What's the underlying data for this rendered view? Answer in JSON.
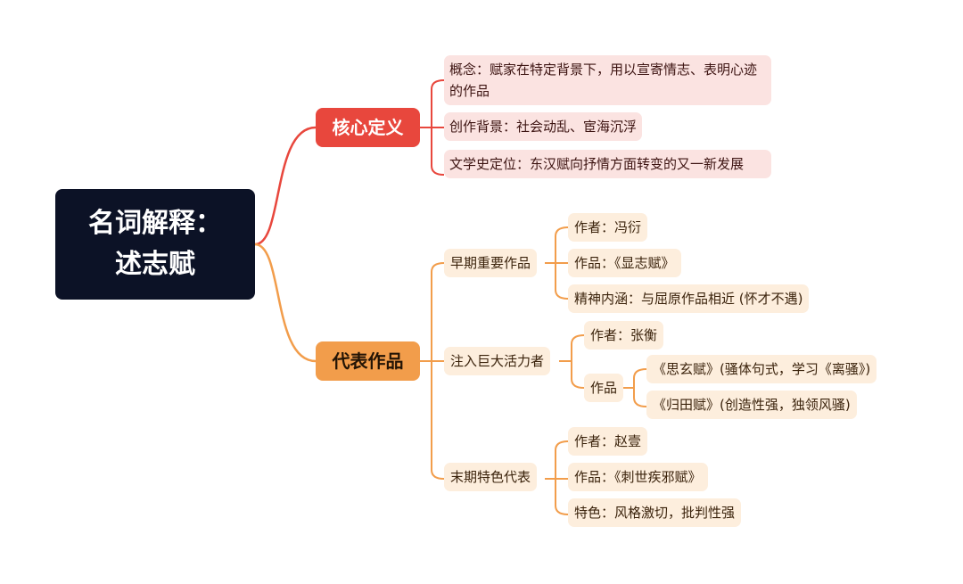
{
  "colors": {
    "root_bg": "#0c1226",
    "red_branch": "#e8473d",
    "orange_branch": "#f29d4b",
    "red_leaf_bg": "#fbe3e1",
    "orange_leaf_bg": "#fdeedd"
  },
  "root": {
    "line1": "名词解释：",
    "line2": "述志赋"
  },
  "core": {
    "label": "核心定义",
    "items": [
      "概念：赋家在特定背景下，用以宣寄情志、表明心迹的作品",
      "创作背景：社会动乱、宦海沉浮",
      "文学史定位：东汉赋向抒情方面转变的又一新发展"
    ]
  },
  "works": {
    "label": "代表作品",
    "early": {
      "label": "早期重要作品",
      "items": [
        "作者：冯衍",
        "作品：《显志赋》",
        "精神内涵：与屈原作品相近 (怀才不遇)"
      ]
    },
    "mid": {
      "label": "注入巨大活力者",
      "author": "作者：张衡",
      "works_label": "作品",
      "works": [
        "《思玄赋》(骚体句式，学习《离骚》)",
        "《归田赋》(创造性强，独领风骚)"
      ]
    },
    "late": {
      "label": "末期特色代表",
      "items": [
        "作者：赵壹",
        "作品：《刺世疾邪赋》",
        "特色：风格激切，批判性强"
      ]
    }
  }
}
